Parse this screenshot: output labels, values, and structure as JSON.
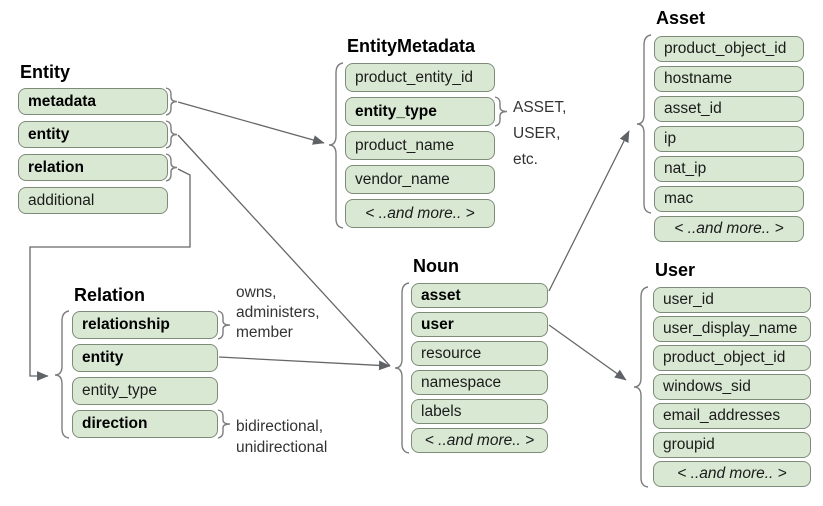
{
  "tables": {
    "entity": {
      "title": "Entity",
      "fields": [
        "metadata",
        "entity",
        "relation",
        "additional"
      ]
    },
    "entity_metadata": {
      "title": "EntityMetadata",
      "fields": [
        "product_entity_id",
        "entity_type",
        "product_name",
        "vendor_name",
        "< ..and more.. >"
      ]
    },
    "asset": {
      "title": "Asset",
      "fields": [
        "product_object_id",
        "hostname",
        "asset_id",
        "ip",
        "nat_ip",
        "mac",
        "< ..and more.. >"
      ]
    },
    "noun": {
      "title": "Noun",
      "fields": [
        "asset",
        "user",
        "resource",
        "namespace",
        "labels",
        "< ..and more.. >"
      ]
    },
    "user": {
      "title": "User",
      "fields": [
        "user_id",
        "user_display_name",
        "product_object_id",
        "windows_sid",
        "email_addresses",
        "groupid",
        "< ..and more.. >"
      ]
    },
    "relation": {
      "title": "Relation",
      "fields": [
        "relationship",
        "entity",
        "entity_type",
        "direction"
      ]
    }
  },
  "annotations": {
    "entity_type_values": [
      "ASSET,",
      "USER,",
      "etc."
    ],
    "relationship_values": [
      "owns,",
      "administers,",
      "member"
    ],
    "direction_values": [
      "bidirectional,",
      "unidirectional"
    ]
  },
  "connections": [
    "entity.metadata -> entity_metadata",
    "entity.entity -> noun",
    "entity.relation -> relation",
    "relation.entity -> noun",
    "noun.asset -> asset",
    "noun.user -> user"
  ],
  "colors": {
    "field_fill": "#d9e8d3",
    "field_border": "#7f8b79",
    "connector": "#666666",
    "brace": "#7d7d7d",
    "text": "#000000",
    "annotation_text": "#333333",
    "background": "#ffffff"
  }
}
